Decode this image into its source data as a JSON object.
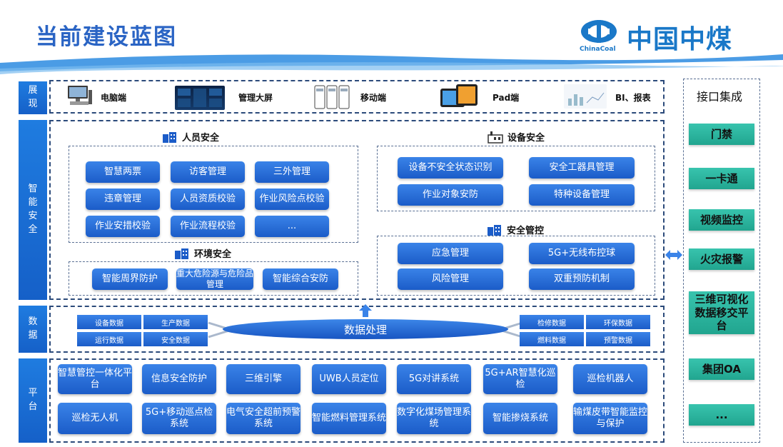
{
  "title": "当前建设蓝图",
  "logo": {
    "name": "中国中煤",
    "english": "ChinaCoal"
  },
  "sidebar": {
    "display": "展现",
    "smart": "智能安全",
    "data": "数据",
    "platform": "平台"
  },
  "display_items": [
    "电脑端",
    "管理大屏",
    "移动端",
    "Pad端",
    "BI、报表"
  ],
  "personnel": {
    "title": "人员安全",
    "items": [
      "智慧两票",
      "访客管理",
      "三外管理",
      "违章管理",
      "人员资质校验",
      "作业风险点校验",
      "作业安措校验",
      "作业流程校验",
      "..."
    ]
  },
  "environment": {
    "title": "环境安全",
    "items": [
      "智能周界防护",
      "重大危险源与危险品管理",
      "智能综合安防"
    ]
  },
  "equipment": {
    "title": "设备安全",
    "items": [
      "设备不安全状态识别",
      "安全工器具管理",
      "作业对象安防",
      "特种设备管理"
    ]
  },
  "control": {
    "title": "安全管控",
    "items": [
      "应急管理",
      "5G+无线布控球",
      "风险管理",
      "双重预防机制"
    ]
  },
  "data_layer": {
    "center": "数据处理",
    "left": [
      "设备数据",
      "生产数据",
      "运行数据",
      "安全数据"
    ],
    "right": [
      "检修数据",
      "环保数据",
      "燃料数据",
      "预警数据"
    ]
  },
  "platform_row1": [
    "智慧管控一体化平台",
    "信息安全防护",
    "三维引擎",
    "UWB人员定位",
    "5G对讲系统",
    "5G+AR智慧化巡检",
    "巡检机器人"
  ],
  "platform_row2": [
    "巡检无人机",
    "5G+移动巡点检系统",
    "电气安全超前预警系统",
    "智能燃料管理系统",
    "数字化煤场管理系统",
    "智能掺烧系统",
    "输煤皮带智能监控与保护"
  ],
  "integration": {
    "title": "接口集成",
    "items": [
      "门禁",
      "一卡通",
      "视频监控",
      "火灾报警",
      "三维可视化数据移交平台",
      "集团OA",
      "..."
    ]
  },
  "colors": {
    "accent_blue": "#1b5cc8",
    "green": "#21a58f",
    "sidebar": "#1f7ce0"
  }
}
